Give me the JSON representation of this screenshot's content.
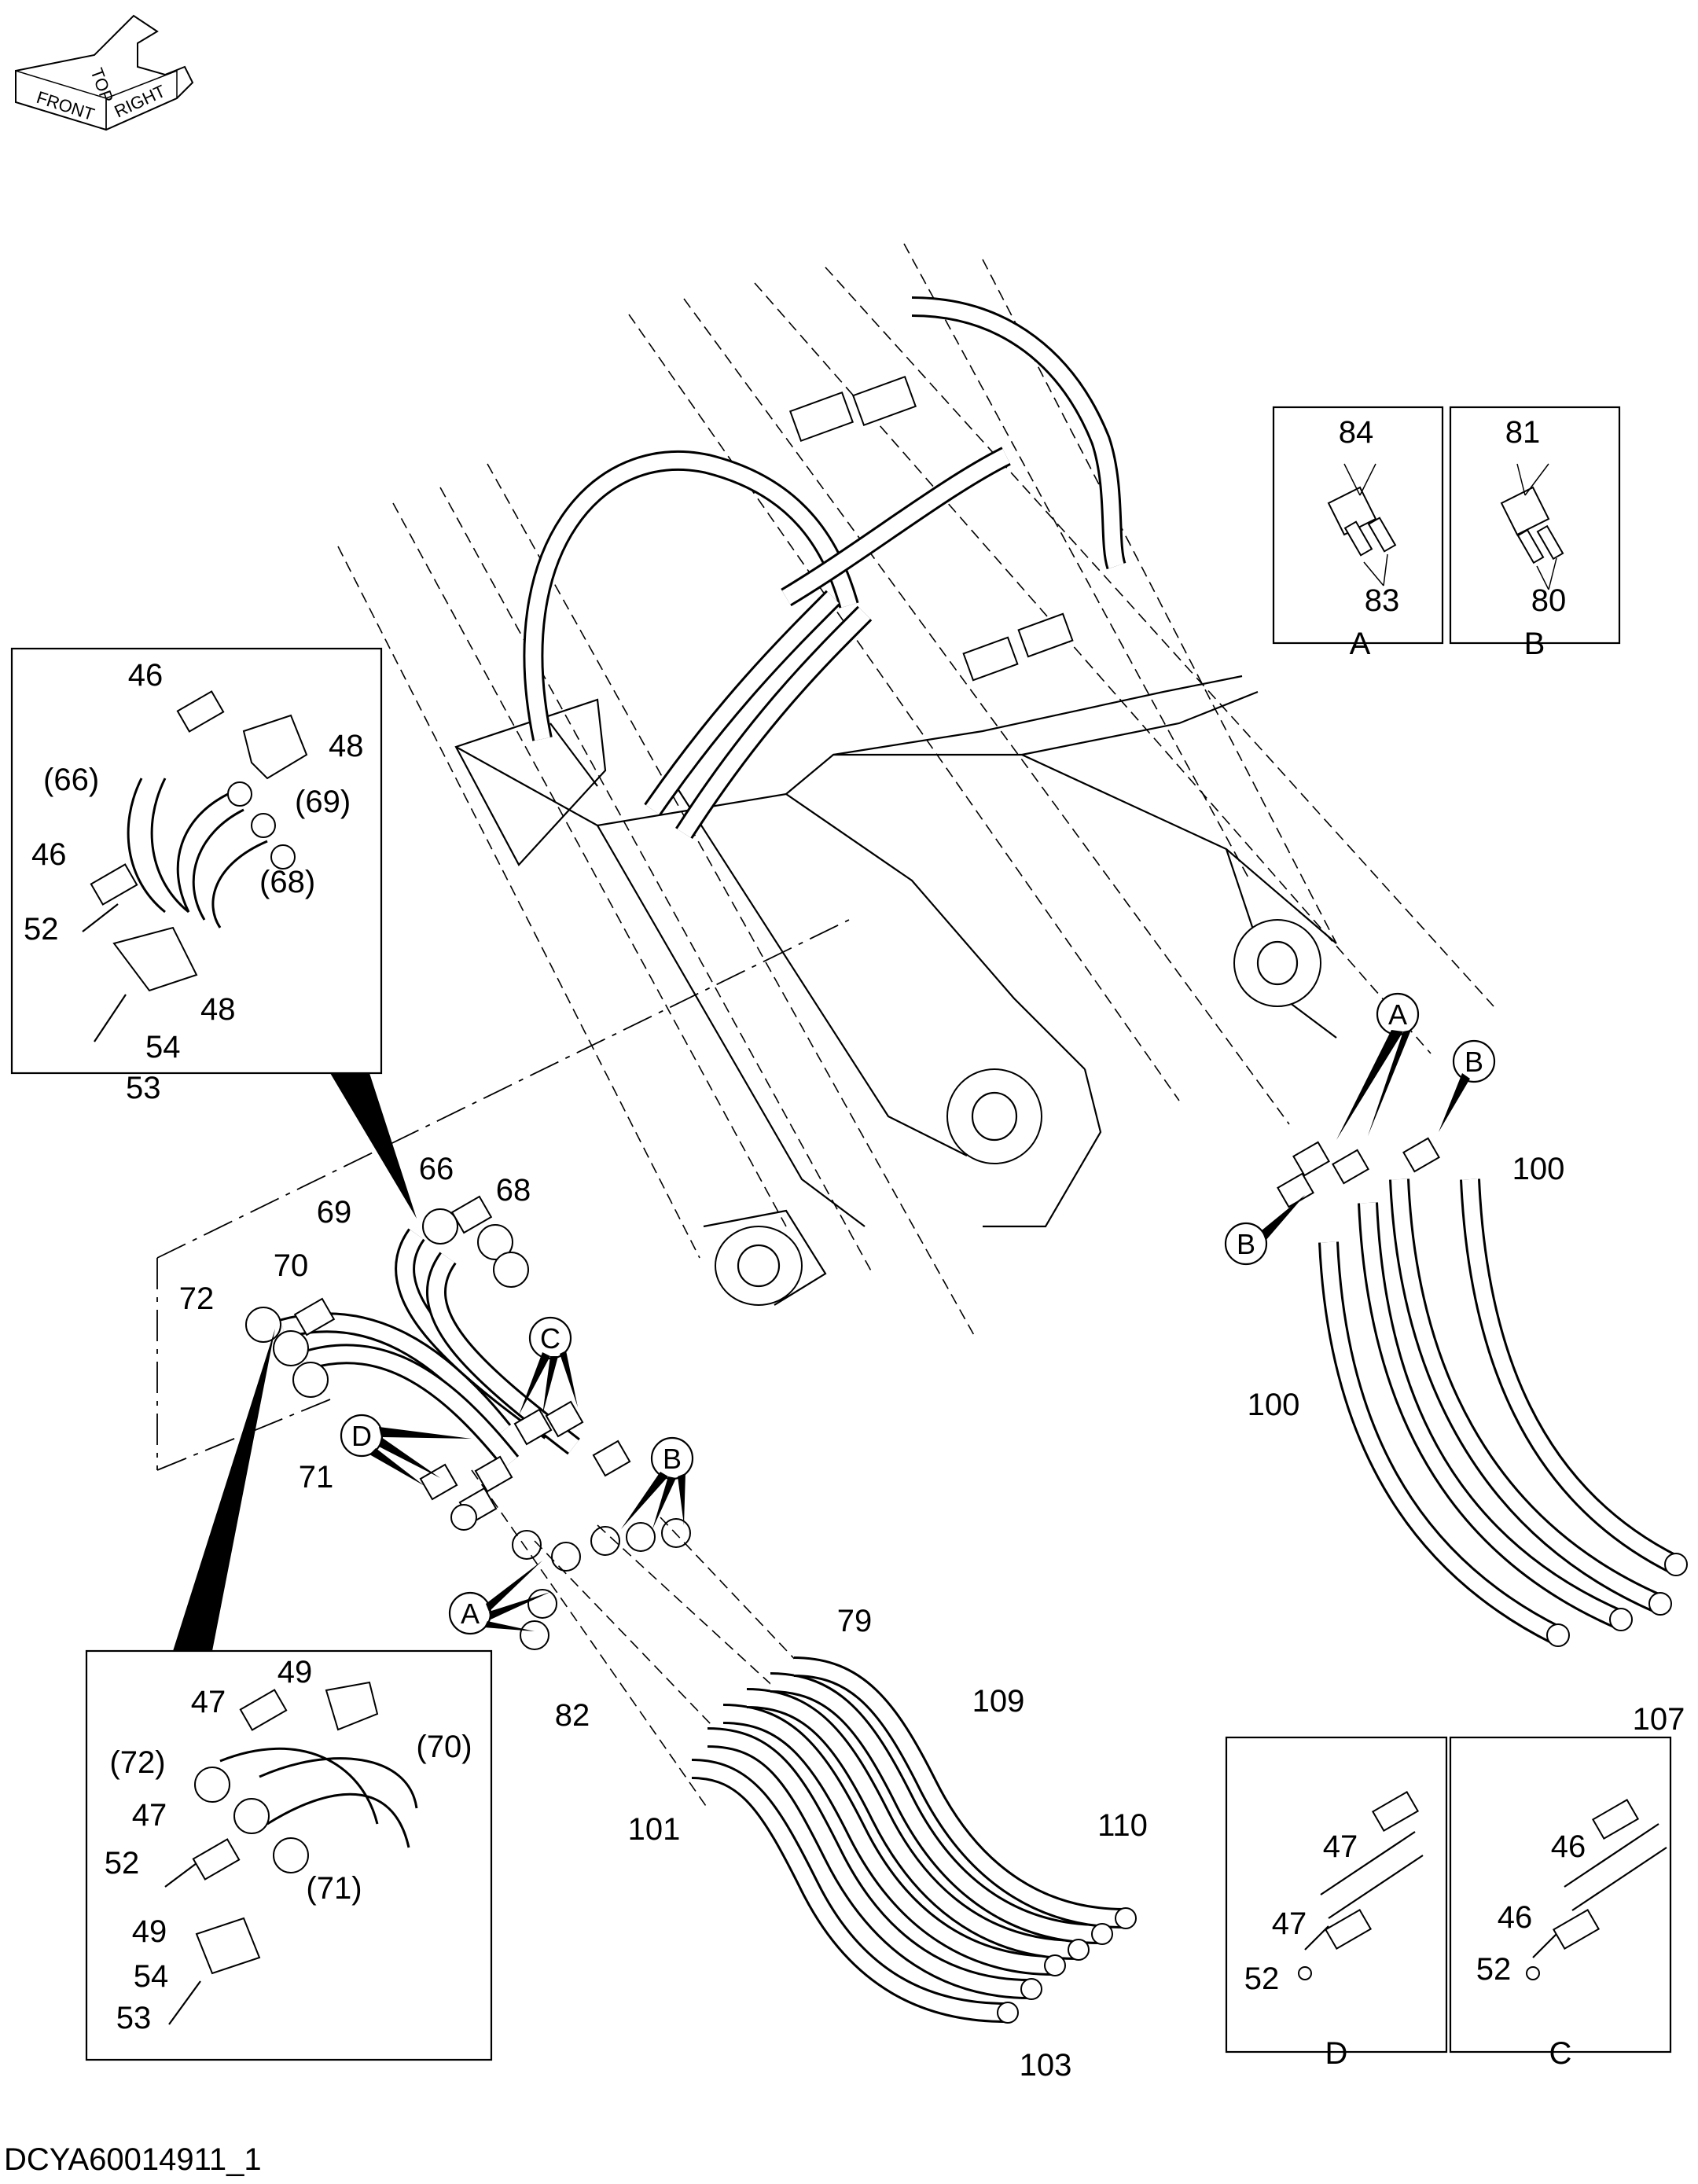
{
  "orientation_icon": {
    "labels": [
      "TOP",
      "FRONT",
      "RIGHT"
    ]
  },
  "labels": {
    "p46a": "46",
    "p48a": "48",
    "p66a": "(66)",
    "p69a": "(69)",
    "p46b": "46",
    "p68a": "(68)",
    "p52a": "52",
    "p48b": "48",
    "p54a": "54",
    "p53a": "53",
    "p66": "66",
    "p68": "68",
    "p69": "69",
    "p70": "70",
    "p72": "72",
    "p71": "71",
    "p49a": "49",
    "p47a": "47",
    "p72b": "(72)",
    "p70b": "(70)",
    "p47b": "47",
    "p52b": "52",
    "p71b": "(71)",
    "p49b": "49",
    "p54b": "54",
    "p53b": "53",
    "p79": "79",
    "p82": "82",
    "p109": "109",
    "p101": "101",
    "p110": "110",
    "p103": "103",
    "p100a": "100",
    "p100b": "100",
    "p107": "107",
    "p84": "84",
    "p83": "83",
    "p81": "81",
    "p80": "80",
    "p47c": "47",
    "p47d": "47",
    "p52c": "52",
    "p46c": "46",
    "p46d": "46",
    "p52d": "52"
  },
  "callouts": {
    "A1": "A",
    "A2": "A",
    "B1": "B",
    "B2": "B",
    "B3": "B",
    "C1": "C",
    "D1": "D"
  },
  "detail_views": {
    "A": "A",
    "B": "B",
    "C": "C",
    "D": "D"
  },
  "drawing_id": "DCYA60014911_1"
}
